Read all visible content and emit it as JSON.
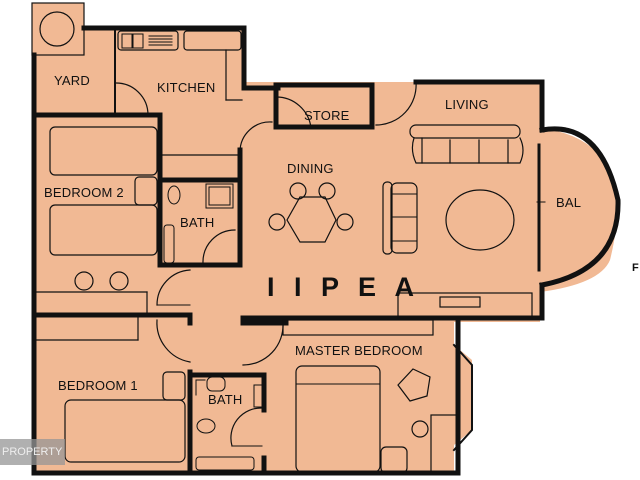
{
  "plan": {
    "title": "I I P E A",
    "fill_color": "#f1b994",
    "wall_color": "#111111",
    "rooms": {
      "yard": "YARD",
      "kitchen": "KITCHEN",
      "store": "STORE",
      "living": "LIVING",
      "dining": "DINING",
      "balcony": "BAL",
      "bedroom2": "BEDROOM 2",
      "bath2": "BATH",
      "bedroom1": "BEDROOM 1",
      "bath1": "BATH",
      "master": "MASTER BEDROOM"
    },
    "edge_text": "F"
  },
  "watermark": {
    "text": "PROPERTY"
  }
}
